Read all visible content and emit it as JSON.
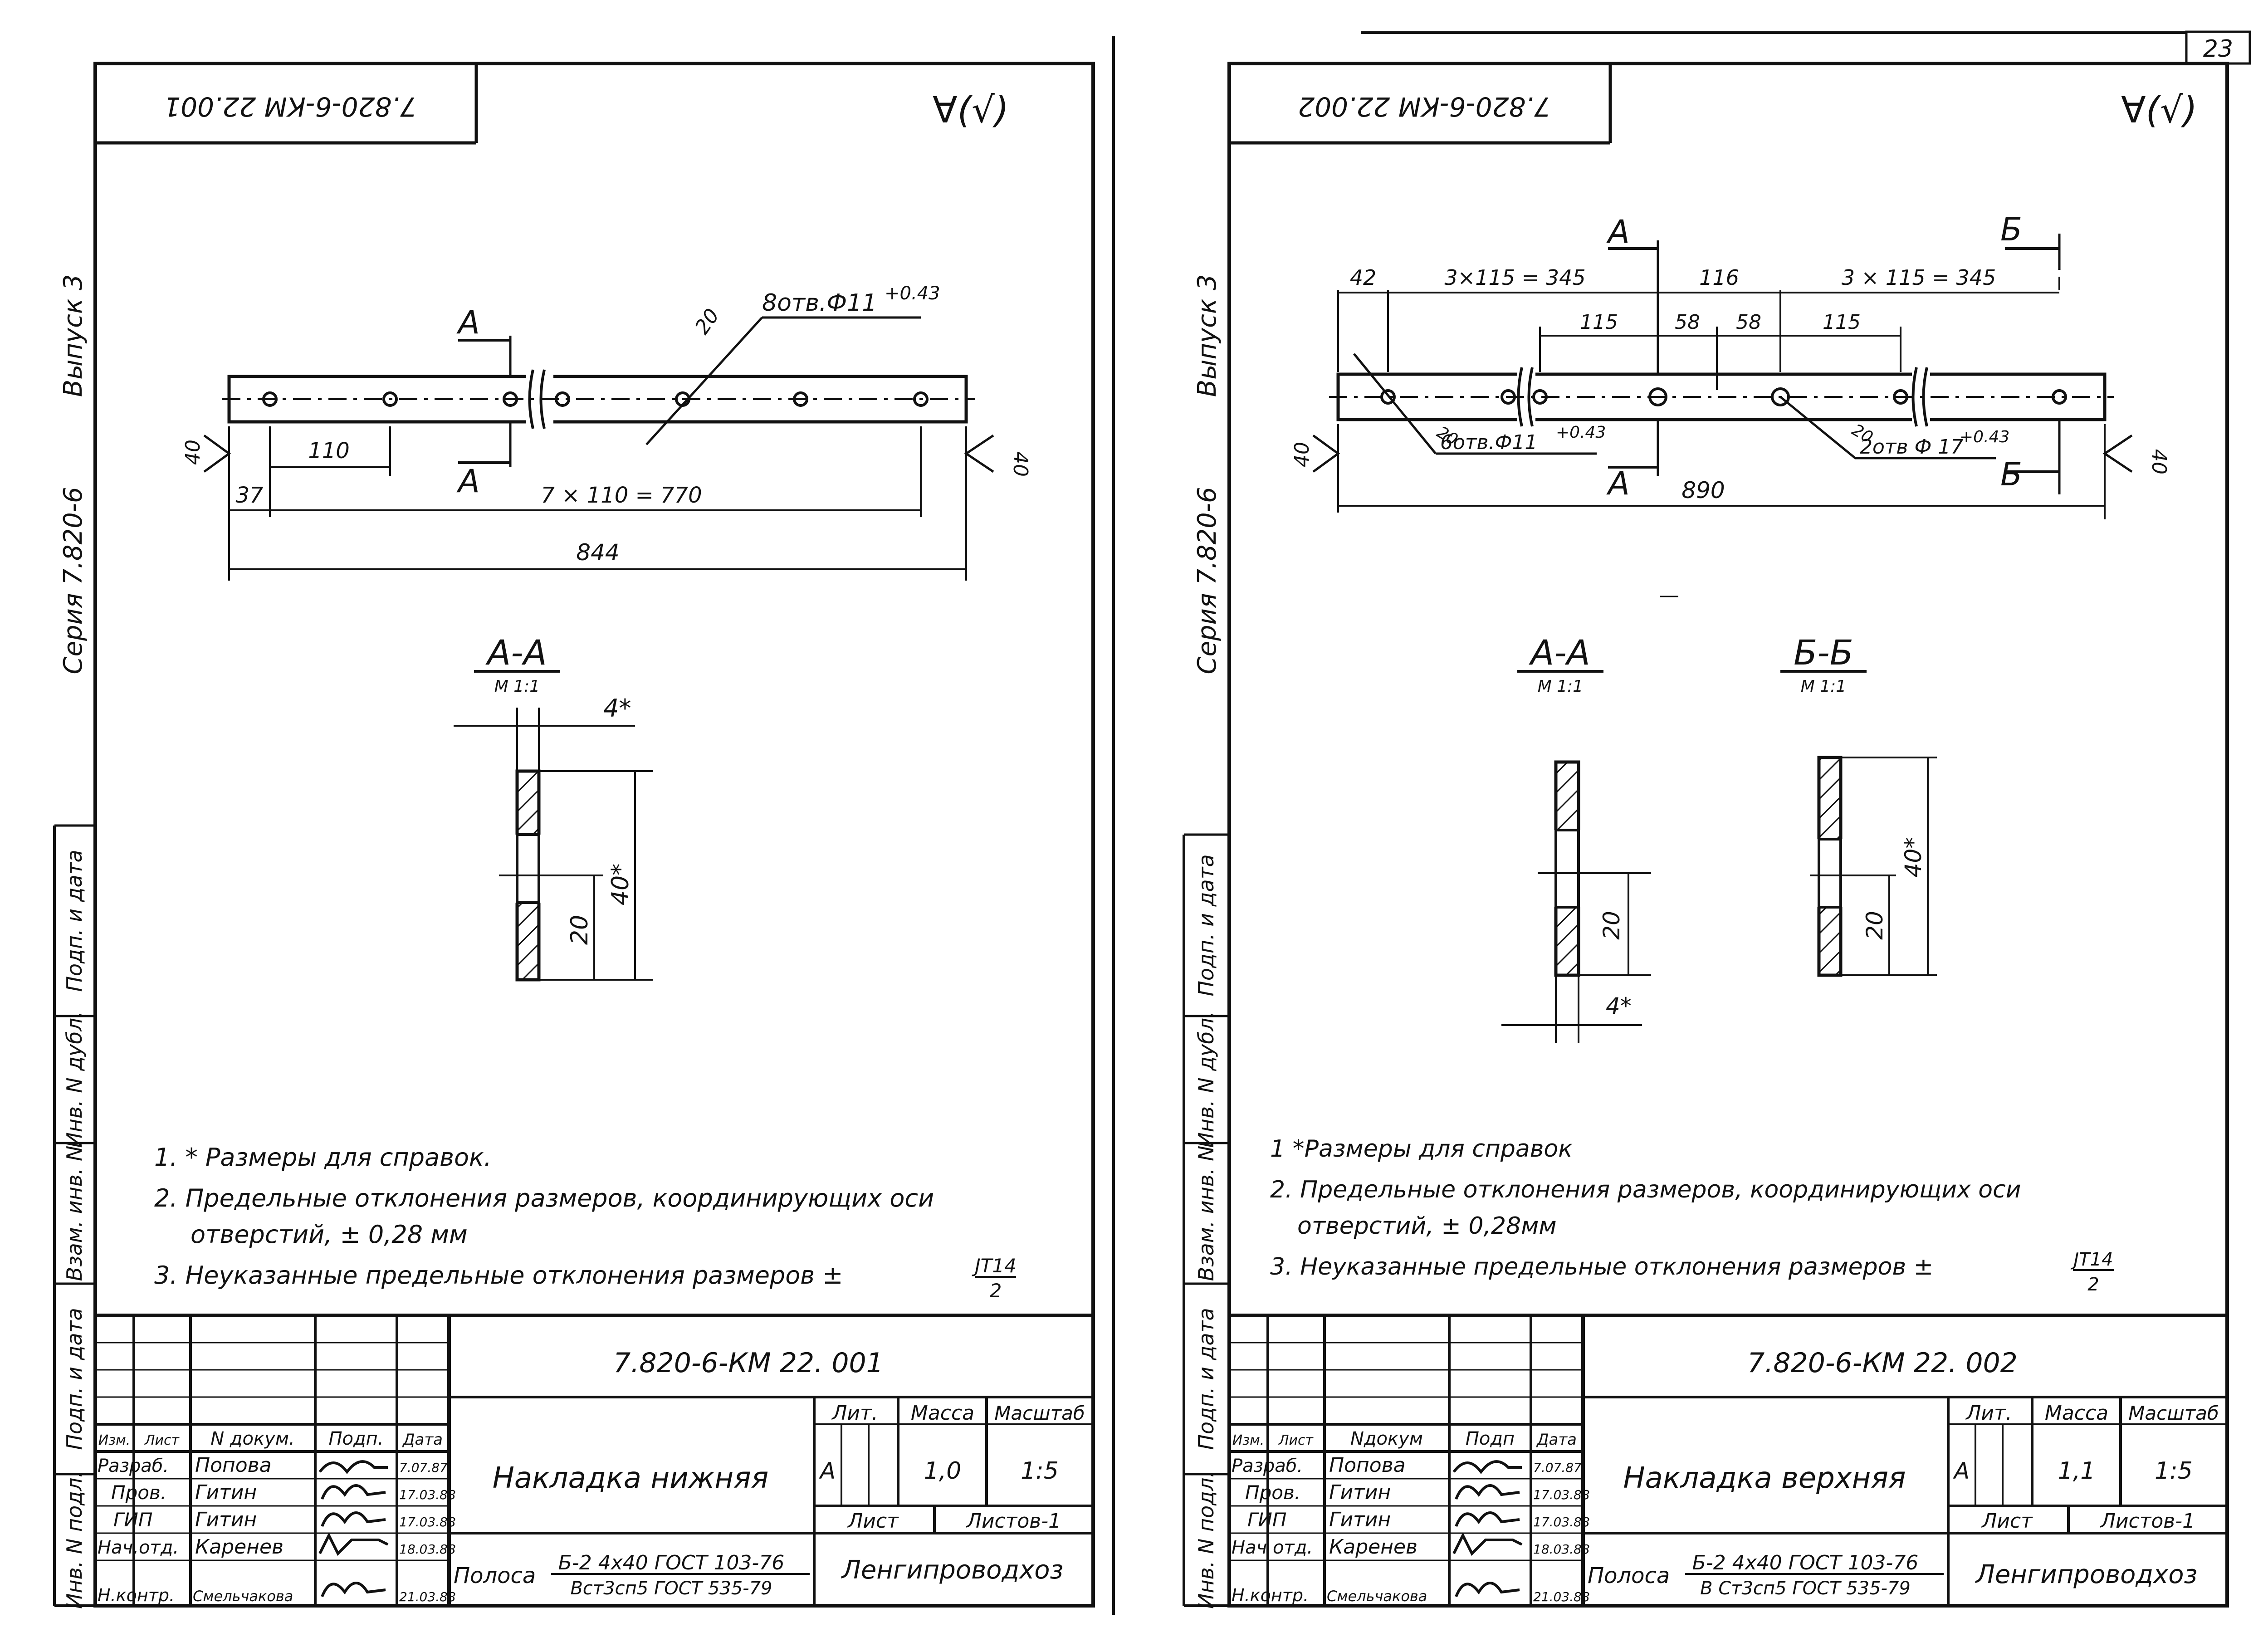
{
  "page_number": "23",
  "sheets": [
    {
      "doc_code": "7.820-6-КМ 22.001",
      "roughness": "∀(√)",
      "side_top": "Выпуск 3",
      "side_bottom": "Серия 7.820-6",
      "side_labels": [
        "Подп. и дата",
        "Инв. N дубл.",
        "Взам. инв. N",
        "Подп. и дата",
        "Инв. N подл."
      ],
      "plan": {
        "section_mark": "А",
        "holes_note": "8отв.Ф11",
        "holes_tol": "+0.43",
        "roughness_20": "20",
        "dims": {
          "pitch": "110",
          "edge": "37",
          "span": "7 × 110 = 770",
          "total": "844",
          "height_l": "40",
          "height_r": "40"
        }
      },
      "sections": [
        {
          "title": "А-А",
          "scale": "М 1:1",
          "dims": {
            "thk": "4*",
            "height": "40*",
            "hole": "20"
          }
        }
      ],
      "notes": [
        "1. * Размеры для справок.",
        "2. Предельные отклонения размеров, координирующих оси",
        "отверстий, ± 0,28 мм",
        "3. Неуказанные предельные отклонения размеров ±"
      ],
      "it_fraction": {
        "num": "JT14",
        "den": "2"
      },
      "title_block": {
        "code": "7.820-6-КМ 22. 001",
        "name": "Накладка нижняя",
        "lit_h": "Лит.",
        "mass_h": "Масса",
        "scale_h": "Масштаб",
        "lit": "А",
        "mass": "1,0",
        "scale": "1:5",
        "sheet_h": "Лист",
        "sheets_h": "Листов-1",
        "org": "Ленгипроводхоз",
        "material_prefix": "Полоса",
        "material_top": "Б-2 4х40 ГОСТ 103-76",
        "material_bottom": "Вст3сп5 ГОСТ 535-79",
        "cols": [
          "Изм.",
          "Лист",
          "N докум.",
          "Подп.",
          "Дата"
        ],
        "rows": [
          {
            "role": "Разраб.",
            "name": "Попова",
            "date": "7.07.87"
          },
          {
            "role": "Пров.",
            "name": "Гитин",
            "date": "17.03.88"
          },
          {
            "role": "ГИП",
            "name": "Гитин",
            "date": "17.03.88"
          },
          {
            "role": "Нач.отд.",
            "name": "Каренев",
            "date": "18.03.88"
          },
          {
            "role": "Н.контр.",
            "name": "Смельчакова",
            "date": "21.03.88"
          }
        ]
      }
    },
    {
      "doc_code": "7.820-6-КМ 22.002",
      "roughness": "∀(√)",
      "side_top": "Выпуск 3",
      "side_bottom": "Серия 7.820-6",
      "side_labels": [
        "Подп. и дата",
        "Инв. N дубл.",
        "Взам. инв. N",
        "Подп. и дата",
        "Инв. N подл."
      ],
      "plan": {
        "marks": [
          "А",
          "Б"
        ],
        "holes1": "6отв.Ф11",
        "holes1_tol": "+0.43",
        "holes2": "2отв Ф 17",
        "holes2_tol": "+0.43",
        "roughness_20": "20",
        "dims": {
          "edge": "42",
          "left_span": "3×115 = 345",
          "mid": "116",
          "right_span": "3 × 115 = 345",
          "d115a": "115",
          "d58a": "58",
          "d58b": "58",
          "d115b": "115",
          "total": "890",
          "height_l": "40",
          "height_r": "40"
        }
      },
      "sections": [
        {
          "title": "А-А",
          "scale": "М 1:1",
          "dims": {
            "hole": "20",
            "thk": "4*"
          }
        },
        {
          "title": "Б-Б",
          "scale": "М 1:1",
          "dims": {
            "hole": "20",
            "height": "40*"
          }
        }
      ],
      "notes": [
        "1 *Размеры для справок",
        "2. Предельные отклонения размеров, координирующих оси",
        "отверстий, ± 0,28мм",
        "3. Неуказанные предельные отклонения размеров ±"
      ],
      "it_fraction": {
        "num": "JT14",
        "den": "2"
      },
      "title_block": {
        "code": "7.820-6-КМ 22. 002",
        "name": "Накладка верхняя",
        "lit_h": "Лит.",
        "mass_h": "Масса",
        "scale_h": "Масштаб",
        "lit": "А",
        "mass": "1,1",
        "scale": "1:5",
        "sheet_h": "Лист",
        "sheets_h": "Листов-1",
        "org": "Ленгипроводхоз",
        "material_prefix": "Полоса",
        "material_top": "Б-2 4х40 ГОСТ 103-76",
        "material_bottom": "В Ст3сп5 ГОСТ 535-79",
        "cols": [
          "Изм.",
          "Лист",
          "Nдокум",
          "Подп",
          "Дата"
        ],
        "rows": [
          {
            "role": "Разраб.",
            "name": "Попова",
            "date": "7.07.87"
          },
          {
            "role": "Пров.",
            "name": "Гитин",
            "date": "17.03.88"
          },
          {
            "role": "ГИП",
            "name": "Гитин",
            "date": "17.03.88"
          },
          {
            "role": "Нач отд.",
            "name": "Каренев",
            "date": "18.03.88"
          },
          {
            "role": "Н.контр.",
            "name": "Смельчакова",
            "date": "21.03.88"
          }
        ]
      }
    }
  ]
}
